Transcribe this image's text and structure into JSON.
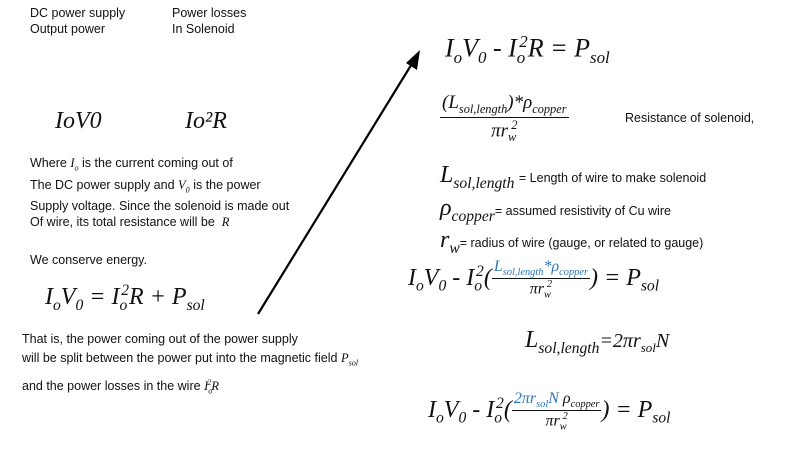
{
  "left": {
    "dc_label": [
      "DC power supply",
      "Output power"
    ],
    "loss_label": [
      "Power losses",
      "In Solenoid"
    ],
    "sym_iv": "IoV0",
    "sym_i2r": "Io²R",
    "para": [
      "Where",
      "is the current coming out of",
      "The DC power supply and",
      "is the power",
      "Supply voltage. Since the solenoid is made out",
      "Of wire, its total resistance will be"
    ],
    "conserve": "We conserve energy.",
    "bottom": [
      "That is, the power coming out of the power supply",
      "will be split between the power put into the magnetic field",
      "and the power losses in the wire"
    ]
  },
  "right": {
    "eq1": "IoV0 - Io²R = Psol",
    "resistance_label": "Resistance of solenoid,",
    "def_L": "= Length of wire to make solenoid",
    "def_rho": "= assumed resistivity of Cu wire",
    "def_r": "= radius of wire (gauge, or related to gauge)",
    "eq_L": "=2πrsolN"
  },
  "math": {
    "I": "I",
    "V": "V",
    "R": "R",
    "P": "P",
    "o": "o",
    "zero": "0",
    "two": "2",
    "sol": "sol",
    "L": "L",
    "sollength": "sol,length",
    "rho": "ρ",
    "copper": "copper",
    "pi": "π",
    "r": "r",
    "w": "w",
    "N": "N",
    "minus": " - ",
    "eq": " = ",
    "plus": " + ",
    "star": "*"
  }
}
